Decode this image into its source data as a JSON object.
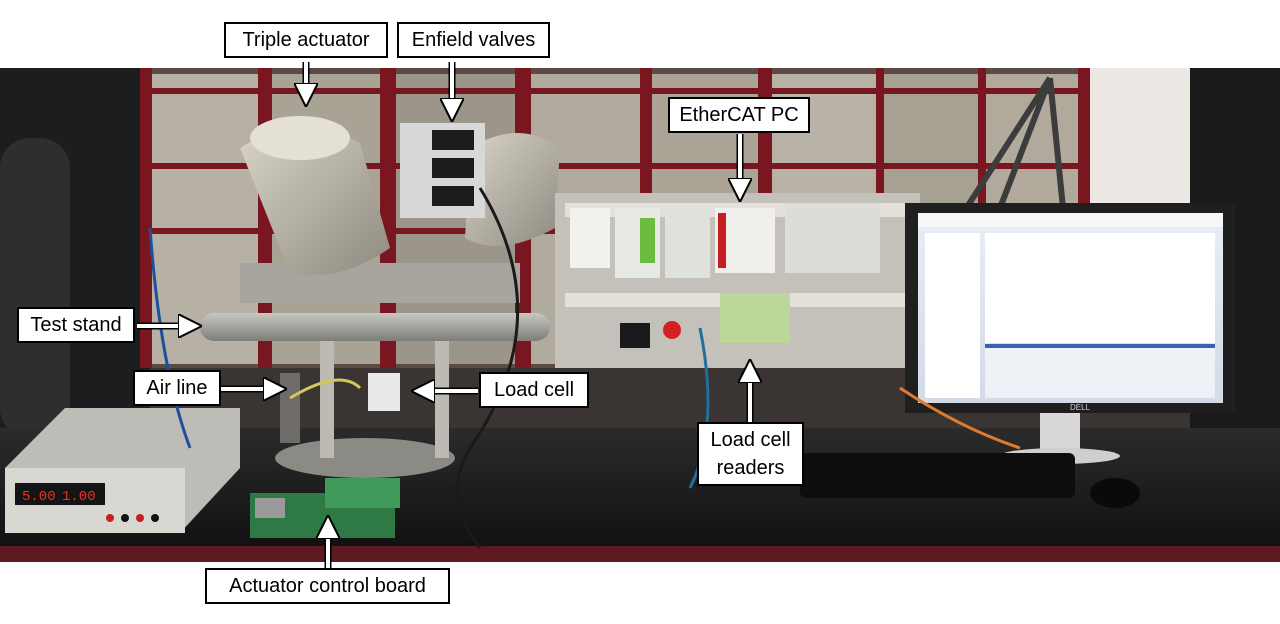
{
  "labels": {
    "triple_actuator": "Triple actuator",
    "enfield_valves": "Enfield valves",
    "ethercat_pc": "EtherCAT PC",
    "test_stand": "Test stand",
    "air_line": "Air line",
    "load_cell": "Load cell",
    "load_cell_readers_line1": "Load cell",
    "load_cell_readers_line2": "readers",
    "actuator_control_board": "Actuator control board"
  },
  "supply_display": {
    "voltage": "5.00",
    "current": "1.00"
  },
  "monitor_brand": "DELL",
  "colors": {
    "label_border": "#000000",
    "label_fill": "#ffffff",
    "cabinet_red": "#7a1620",
    "bench_black": "#151515",
    "led_red": "#ff2a1a"
  }
}
